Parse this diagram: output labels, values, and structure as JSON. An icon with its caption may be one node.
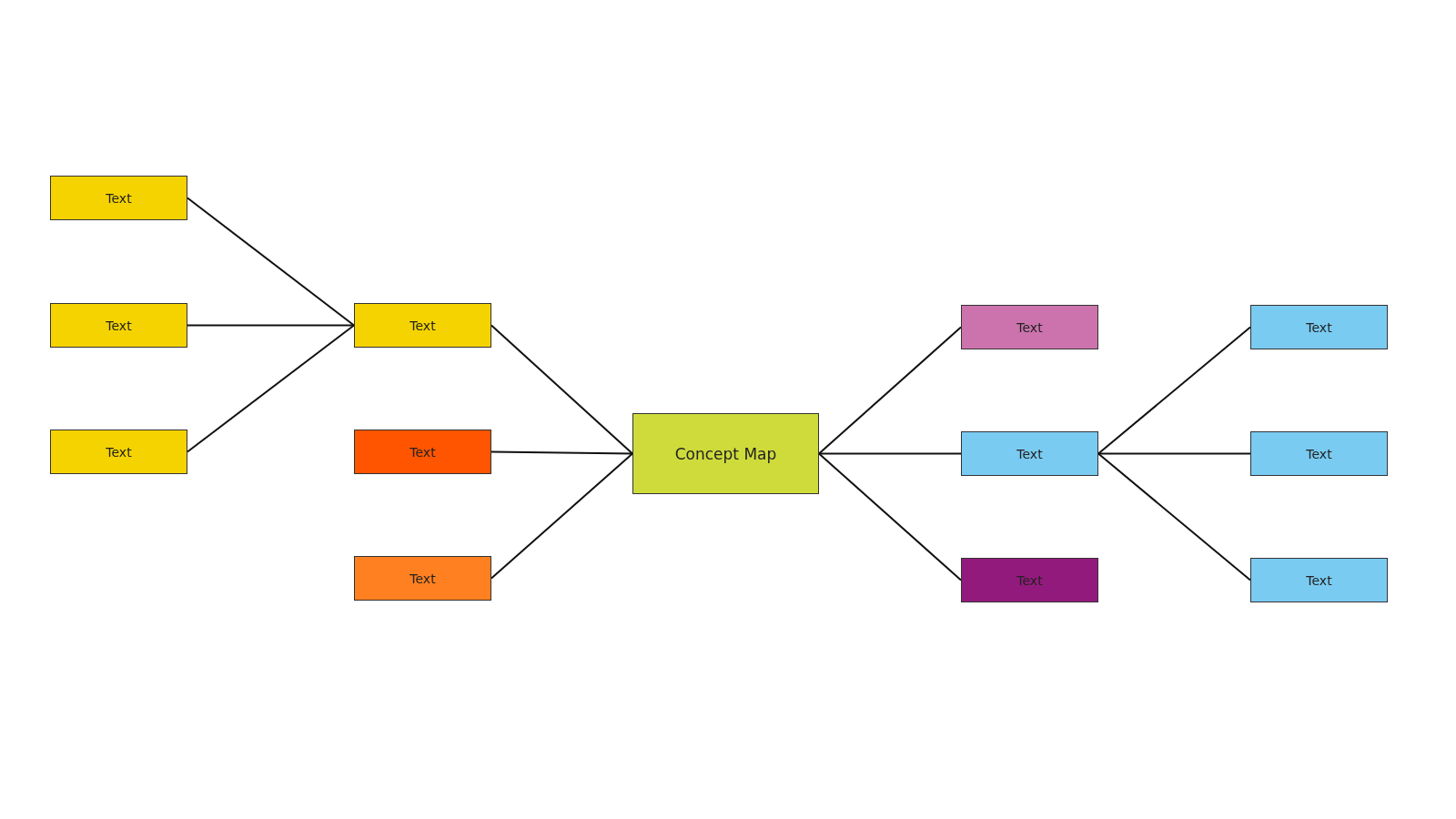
{
  "diagram": {
    "nodes": [
      {
        "text": [
          "Text"
        ]
      },
      {
        "text": [
          "Text"
        ]
      },
      {
        "text": [
          "Text"
        ]
      },
      {
        "text": [
          "Text"
        ]
      },
      {
        "text": [
          "Text"
        ]
      },
      {
        "text": [
          "Text"
        ]
      },
      {
        "text": [
          "Concept Map"
        ]
      },
      {
        "text": [
          "Text"
        ]
      },
      {
        "text": [
          "Text"
        ]
      },
      {
        "text": [
          "Text"
        ]
      },
      {
        "text": [
          "Text"
        ]
      },
      {
        "text": [
          "Text"
        ]
      },
      {
        "text": [
          "Text"
        ]
      }
    ],
    "edges": [
      {
        "from": 0,
        "to": 3,
        "arrow": "none"
      },
      {
        "from": 1,
        "to": 3,
        "arrow": "none"
      },
      {
        "from": 2,
        "to": 3,
        "arrow": "none"
      },
      {
        "from": 3,
        "to": 6,
        "arrow": "none"
      },
      {
        "from": 4,
        "to": 6,
        "arrow": "none"
      },
      {
        "from": 5,
        "to": 6,
        "arrow": "none"
      },
      {
        "from": 6,
        "to": 7,
        "arrow": "none"
      },
      {
        "from": 6,
        "to": 8,
        "arrow": "none"
      },
      {
        "from": 6,
        "to": 9,
        "arrow": "none"
      },
      {
        "from": 8,
        "to": 10,
        "arrow": "none"
      },
      {
        "from": 8,
        "to": 11,
        "arrow": "none"
      },
      {
        "from": 8,
        "to": 12,
        "arrow": "none"
      }
    ]
  }
}
